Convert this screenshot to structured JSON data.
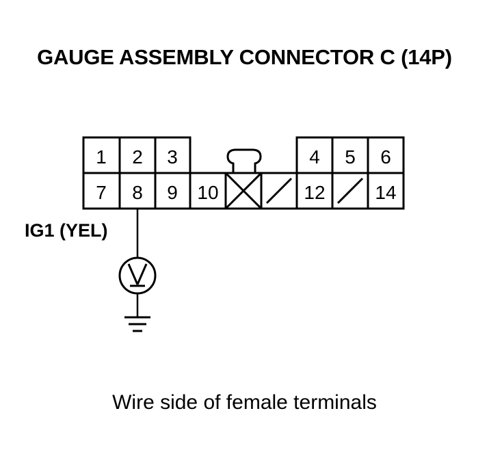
{
  "diagram": {
    "title": "GAUGE ASSEMBLY CONNECTOR C (14P)",
    "caption": "Wire side of female terminals",
    "wire_label": "IG1 (YEL)",
    "connector": {
      "top_row": [
        {
          "label": "1"
        },
        {
          "label": "2"
        },
        {
          "label": "3"
        },
        {
          "label": "4"
        },
        {
          "label": "5"
        },
        {
          "label": "6"
        }
      ],
      "bottom_row": [
        {
          "label": "7"
        },
        {
          "label": "8"
        },
        {
          "label": "9"
        },
        {
          "label": "10"
        },
        {
          "label": "",
          "mark": "x"
        },
        {
          "label": "",
          "mark": "slash"
        },
        {
          "label": "12"
        },
        {
          "label": "",
          "mark": "slash"
        },
        {
          "label": "14"
        }
      ]
    },
    "symbols": [
      "voltmeter-icon",
      "ground-icon"
    ]
  }
}
